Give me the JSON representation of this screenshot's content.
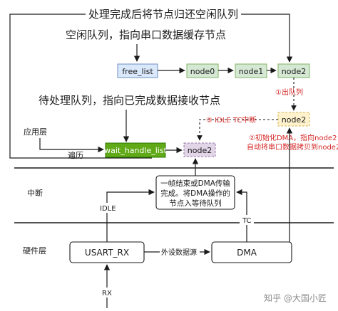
{
  "top_caption": "处理完成后将节点归还空闲队列",
  "free_caption": "空闲队列，指向串口数据缓存节点",
  "wait_caption": "待处理队列，指向已完成数据接收节点",
  "nodes": {
    "free_list": "free_list",
    "node0": "node0",
    "node1": "node1",
    "node2_top": "node2",
    "node2_right": "node2",
    "node2_wait": "node2",
    "wait_handle_list": "wait_handle_list"
  },
  "app_layer": "应用层",
  "traverse": "遍历",
  "dequeue": "①出队列",
  "idle_tc": "③ IDLE TC中断",
  "dma_init_1": "②初始化DMA，指向node2",
  "dma_init_2": "自动将串口数据拷贝到node2",
  "interrupt_layer": "中断",
  "interrupt_box": [
    "一帧结束或DMA传输",
    "完成。将DMA操作的",
    "节点入等待队列"
  ],
  "idle": "IDLE",
  "tc": "TC",
  "hardware_layer": "硬件层",
  "usart": "USART_RX",
  "dma": "DMA",
  "peripheral_source": "外设数据源",
  "rx": "RX",
  "watermark": "知乎 @大国小匠",
  "colors": {
    "blue_fill": "#dae8fc",
    "blue_stroke": "#6c8ebf",
    "green_fill": "#d5e8d4",
    "green_stroke": "#82b366",
    "yellow_fill": "#fff2cc",
    "yellow_stroke": "#d6b656",
    "pink_fill": "#e1d5e7",
    "pink_stroke": "#9673a6",
    "dark_green": "#60a917",
    "red_text": "#d62828"
  }
}
